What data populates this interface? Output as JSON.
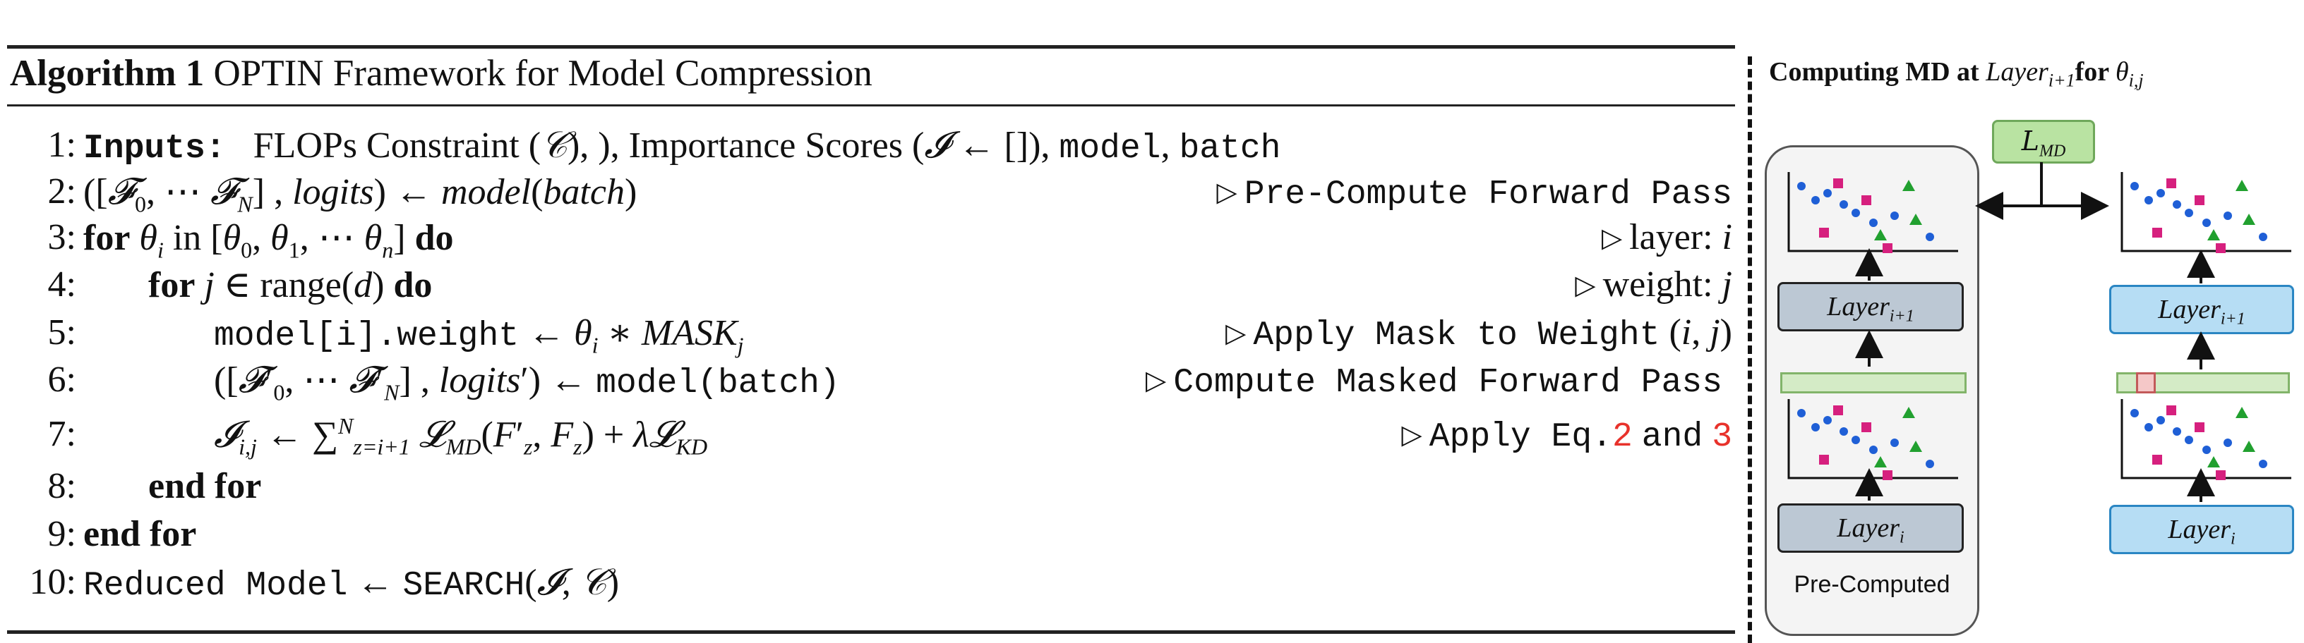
{
  "algorithm": {
    "title_bold": "Algorithm 1",
    "title_rest": "OPTIN Framework for Model Compression",
    "lines": [
      {
        "num": "1:"
      },
      {
        "num": "2:",
        "comment": "Pre-Compute Forward Pass"
      },
      {
        "num": "3:",
        "comment_label": "layer:",
        "comment_var": "i"
      },
      {
        "num": "4:",
        "comment_label": "weight:",
        "comment_var": "j"
      },
      {
        "num": "5:",
        "comment": "Apply Mask to Weight"
      },
      {
        "num": "6:",
        "comment": "Compute Masked Forward Pass"
      },
      {
        "num": "7:",
        "comment_a": "Apply Eq.",
        "ref2": "2",
        "comment_b": "and",
        "ref3": "3"
      },
      {
        "num": "8:"
      },
      {
        "num": "9:"
      },
      {
        "num": "10:"
      }
    ],
    "text": {
      "inputs_kw": "Inputs:",
      "flops": "FLOPs Constraint (",
      "importance": "), Importance Scores (",
      "model": "model",
      "batch": "batch",
      "for_kw": "for",
      "in_kw": "in",
      "do_kw": "do",
      "range_fn": "range",
      "end_for": "end for",
      "weight_code": "model[i].weight",
      "model_call": "model(batch)",
      "reduced_model": "Reduced Model",
      "search_fn": "SEARCH"
    }
  },
  "diagram": {
    "title_bold": "Computing MD at",
    "title_var": "Layer",
    "title_sub": "i+1",
    "title_bold2": "for",
    "loss_label": "L",
    "loss_sub": "MD",
    "layer_label": "Layer",
    "sub_i": "i",
    "sub_i1": "i+1",
    "precomputed_label": "Pre-Computed",
    "colors": {
      "blue_dot": "#1f5fd6",
      "magenta_square": "#d6207e",
      "green_triangle": "#21a02f",
      "grey_layer": "#bcc8d4",
      "blue_layer": "#b6ddf4",
      "md_box": "#b9e3a2"
    }
  }
}
